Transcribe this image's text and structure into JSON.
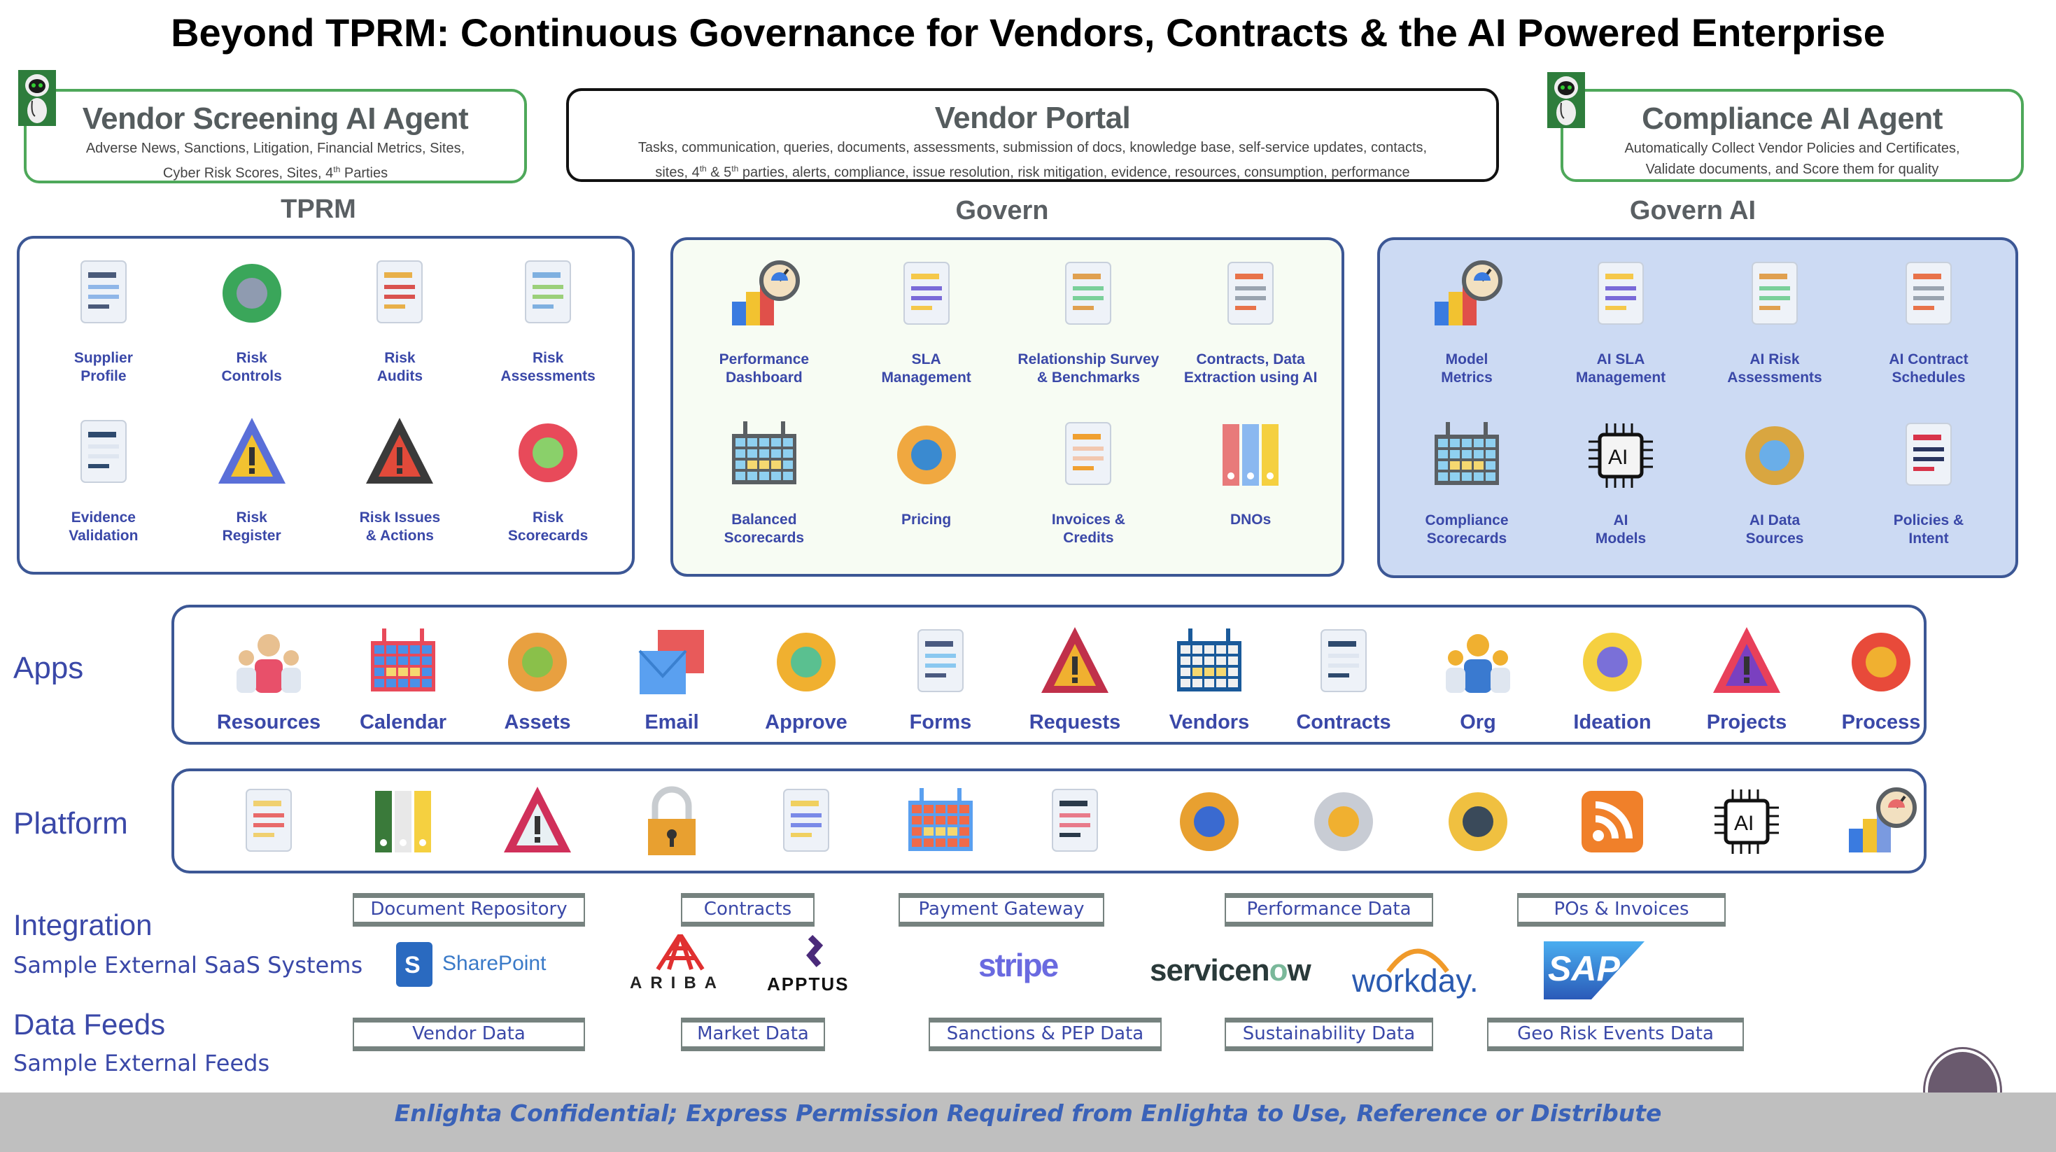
{
  "title": "Beyond TPRM: Continuous Governance for Vendors, Contracts & the AI Powered Enterprise",
  "header": {
    "vendor_screening": {
      "title": "Vendor Screening AI Agent",
      "line1": "Adverse News, Sanctions, Litigation, Financial Metrics, Sites,",
      "line2a": "Cyber Risk Scores, Sites, 4",
      "line2sup": "th",
      "line2b": " Parties",
      "icon": "robot-icon"
    },
    "vendor_portal": {
      "title": "Vendor Portal",
      "line1": "Tasks, communication, queries, documents, assessments, submission of docs, knowledge base, self-service updates, contacts,",
      "line2a": "sites, 4",
      "sup1": "th",
      "line2b": " & 5",
      "sup2": "th",
      "line2c": " parties, alerts, compliance, issue resolution, risk mitigation, evidence, resources, consumption, performance"
    },
    "compliance": {
      "title": "Compliance AI Agent",
      "line1": "Automatically Collect Vendor Policies and Certificates,",
      "line2": "Validate documents, and Score them for quality",
      "icon": "robot-icon"
    }
  },
  "sections": {
    "tprm": "TPRM",
    "govern": "Govern",
    "govern_ai": "Govern AI"
  },
  "tprm": [
    {
      "label": "Supplier\nProfile",
      "icon": "profile-icon",
      "colors": [
        "#4a5a7a",
        "#8fb6e8"
      ]
    },
    {
      "label": "Risk\nControls",
      "icon": "umbrella-icon",
      "colors": [
        "#3aa65a",
        "#8f9bb0"
      ]
    },
    {
      "label": "Risk\nAudits",
      "icon": "audit-icon",
      "colors": [
        "#e8b04a",
        "#d9534f"
      ]
    },
    {
      "label": "Risk\nAssessments",
      "icon": "magnifier-doc-icon",
      "colors": [
        "#7fb0e0",
        "#9bd07a"
      ]
    },
    {
      "label": "Evidence\nValidation",
      "icon": "clipboard-icon",
      "colors": [
        "#2e4a6e",
        "#dfe6f0"
      ]
    },
    {
      "label": "Risk\nRegister",
      "icon": "warning-clipboard-icon",
      "colors": [
        "#5a6fd8",
        "#f2c230"
      ]
    },
    {
      "label": "Risk Issues\n& Actions",
      "icon": "flag-icon",
      "colors": [
        "#3a3a3a",
        "#e24a3a"
      ]
    },
    {
      "label": "Risk\nScorecards",
      "icon": "gauge-icon",
      "colors": [
        "#e84a5a",
        "#8ad06a"
      ]
    }
  ],
  "govern": [
    {
      "label": "Performance\nDashboard",
      "icon": "dashboard-icon",
      "colors": [
        "#e0504a",
        "#3a7be0"
      ]
    },
    {
      "label": "SLA\nManagement",
      "icon": "sla-icon",
      "colors": [
        "#f5c84a",
        "#7a6ad8"
      ]
    },
    {
      "label": "Relationship Survey\n& Benchmarks",
      "icon": "survey-icon",
      "colors": [
        "#e0a050",
        "#7ad09a"
      ]
    },
    {
      "label": "Contracts, Data\nExtraction using AI",
      "icon": "contract-icon",
      "colors": [
        "#e8734a",
        "#9aa4b0"
      ]
    },
    {
      "label": "Balanced\nScorecards",
      "icon": "calendar-grid-icon",
      "colors": [
        "#5a5f63",
        "#8fd0f0"
      ]
    },
    {
      "label": "Pricing",
      "icon": "pricing-icon",
      "colors": [
        "#f0a840",
        "#3a8ad0"
      ]
    },
    {
      "label": "Invoices &\nCredits",
      "icon": "invoice-hand-icon",
      "colors": [
        "#f0a030",
        "#f2c8b0"
      ]
    },
    {
      "label": "DNOs",
      "icon": "binders-icon",
      "colors": [
        "#e87a7a",
        "#8ab8f0"
      ]
    }
  ],
  "govern_ai": [
    {
      "label": "Model\nMetrics",
      "icon": "dashboard-icon",
      "colors": [
        "#e0504a",
        "#3a7be0"
      ]
    },
    {
      "label": "AI SLA\nManagement",
      "icon": "sla-icon",
      "colors": [
        "#f5c84a",
        "#7a6ad8"
      ]
    },
    {
      "label": "AI Risk\nAssessments",
      "icon": "survey-icon",
      "colors": [
        "#e0a050",
        "#7ad09a"
      ]
    },
    {
      "label": "AI Contract\nSchedules",
      "icon": "contract-icon",
      "colors": [
        "#e8734a",
        "#9aa4b0"
      ]
    },
    {
      "label": "Compliance\nScorecards",
      "icon": "calendar-grid-icon",
      "colors": [
        "#5a5f63",
        "#8fd0f0"
      ]
    },
    {
      "label": "AI\nModels",
      "icon": "ai-brain-icon",
      "colors": [
        "#111111",
        "#f4f4f4"
      ]
    },
    {
      "label": "AI Data\nSources",
      "icon": "database-folders-icon",
      "colors": [
        "#d9a640",
        "#6aaee8"
      ]
    },
    {
      "label": "Policies &\nIntent",
      "icon": "policy-search-icon",
      "colors": [
        "#d8344a",
        "#2a3560"
      ]
    }
  ],
  "apps": {
    "label": "Apps",
    "items": [
      {
        "label": "Resources",
        "icon": "people-icon",
        "colors": [
          "#e8506a",
          "#e8c090"
        ]
      },
      {
        "label": "Calendar",
        "icon": "calendar-clock-icon",
        "colors": [
          "#e84a5a",
          "#4a90e8"
        ]
      },
      {
        "label": "Assets",
        "icon": "assets-icon",
        "colors": [
          "#e8a040",
          "#8ac04a"
        ]
      },
      {
        "label": "Email",
        "icon": "email-icon",
        "colors": [
          "#e85a5a",
          "#5aa0f0"
        ]
      },
      {
        "label": "Approve",
        "icon": "stamp-icon",
        "colors": [
          "#f0b030",
          "#5ac090"
        ]
      },
      {
        "label": "Forms",
        "icon": "form-icon",
        "colors": [
          "#4a5a80",
          "#8ac8f0"
        ]
      },
      {
        "label": "Requests",
        "icon": "request-icon",
        "colors": [
          "#c0304a",
          "#f0b030"
        ]
      },
      {
        "label": "Vendors",
        "icon": "vendor-booth-icon",
        "colors": [
          "#1a5a9a",
          "#f0f0f0"
        ]
      },
      {
        "label": "Contracts",
        "icon": "clipboard-icon",
        "colors": [
          "#2e4a6e",
          "#dfe6f0"
        ]
      },
      {
        "label": "Org",
        "icon": "org-chart-icon",
        "colors": [
          "#3a7ad0",
          "#f0b030"
        ]
      },
      {
        "label": "Ideation",
        "icon": "idea-icon",
        "colors": [
          "#f5d040",
          "#7a70d8"
        ]
      },
      {
        "label": "Projects",
        "icon": "rocket-icon",
        "colors": [
          "#e8405a",
          "#7a40c0"
        ]
      },
      {
        "label": "Process",
        "icon": "gear-cycle-icon",
        "colors": [
          "#e84a3a",
          "#f0b030"
        ]
      }
    ]
  },
  "platform": {
    "label": "Platform",
    "items": [
      {
        "icon": "folder-icon",
        "colors": [
          "#f0d070",
          "#e86a6a"
        ]
      },
      {
        "icon": "excel-icon",
        "colors": [
          "#3a7a3a",
          "#e8e8e8"
        ]
      },
      {
        "icon": "warning-icon",
        "colors": [
          "#d0305a",
          "#e8f0f4"
        ]
      },
      {
        "icon": "lock-icon",
        "colors": [
          "#e8a030",
          "#c8ccd0"
        ]
      },
      {
        "icon": "document-icon",
        "colors": [
          "#f0d060",
          "#7a8ae8"
        ]
      },
      {
        "icon": "flowchart-icon",
        "colors": [
          "#5aa0f0",
          "#f06a4a"
        ]
      },
      {
        "icon": "brain-code-icon",
        "colors": [
          "#2a3a4a",
          "#e87a8a"
        ]
      },
      {
        "icon": "currency-globe-icon",
        "colors": [
          "#e8a030",
          "#3a6ad0"
        ]
      },
      {
        "icon": "cloud-key-icon",
        "colors": [
          "#c8ccd4",
          "#f0b030"
        ]
      },
      {
        "icon": "database-search-icon",
        "colors": [
          "#f0c040",
          "#3a4a5a"
        ]
      },
      {
        "icon": "rss-icon",
        "colors": [
          "#f0802a",
          "#ffffff"
        ]
      },
      {
        "icon": "ai-chip-icon",
        "colors": [
          "#111111",
          "#ffffff"
        ]
      },
      {
        "icon": "report-icon",
        "colors": [
          "#7a9ae0",
          "#e86a6a"
        ]
      }
    ]
  },
  "integration": {
    "title": "Integration",
    "subtitle": "Sample External SaaS Systems",
    "boxes": [
      "Document Repository",
      "Contracts",
      "Payment Gateway",
      "Performance Data",
      "POs & Invoices"
    ],
    "logos": {
      "sharepoint": "SharePoint",
      "ariba": "ARIBA",
      "apptus": "APPTUS",
      "stripe": "stripe",
      "servicenow_a": "servicen",
      "servicenow_o": "o",
      "servicenow_b": "w",
      "workday": "workday.",
      "sap": "SAP"
    }
  },
  "data_feeds": {
    "title": "Data Feeds",
    "subtitle": "Sample External Feeds",
    "boxes": [
      "Vendor Data",
      "Market Data",
      "Sanctions & PEP Data",
      "Sustainability Data",
      "Geo Risk Events Data"
    ]
  },
  "footer": "Enlighta Confidential; Express Permission Required from Enlighta to Use, Reference or Distribute"
}
